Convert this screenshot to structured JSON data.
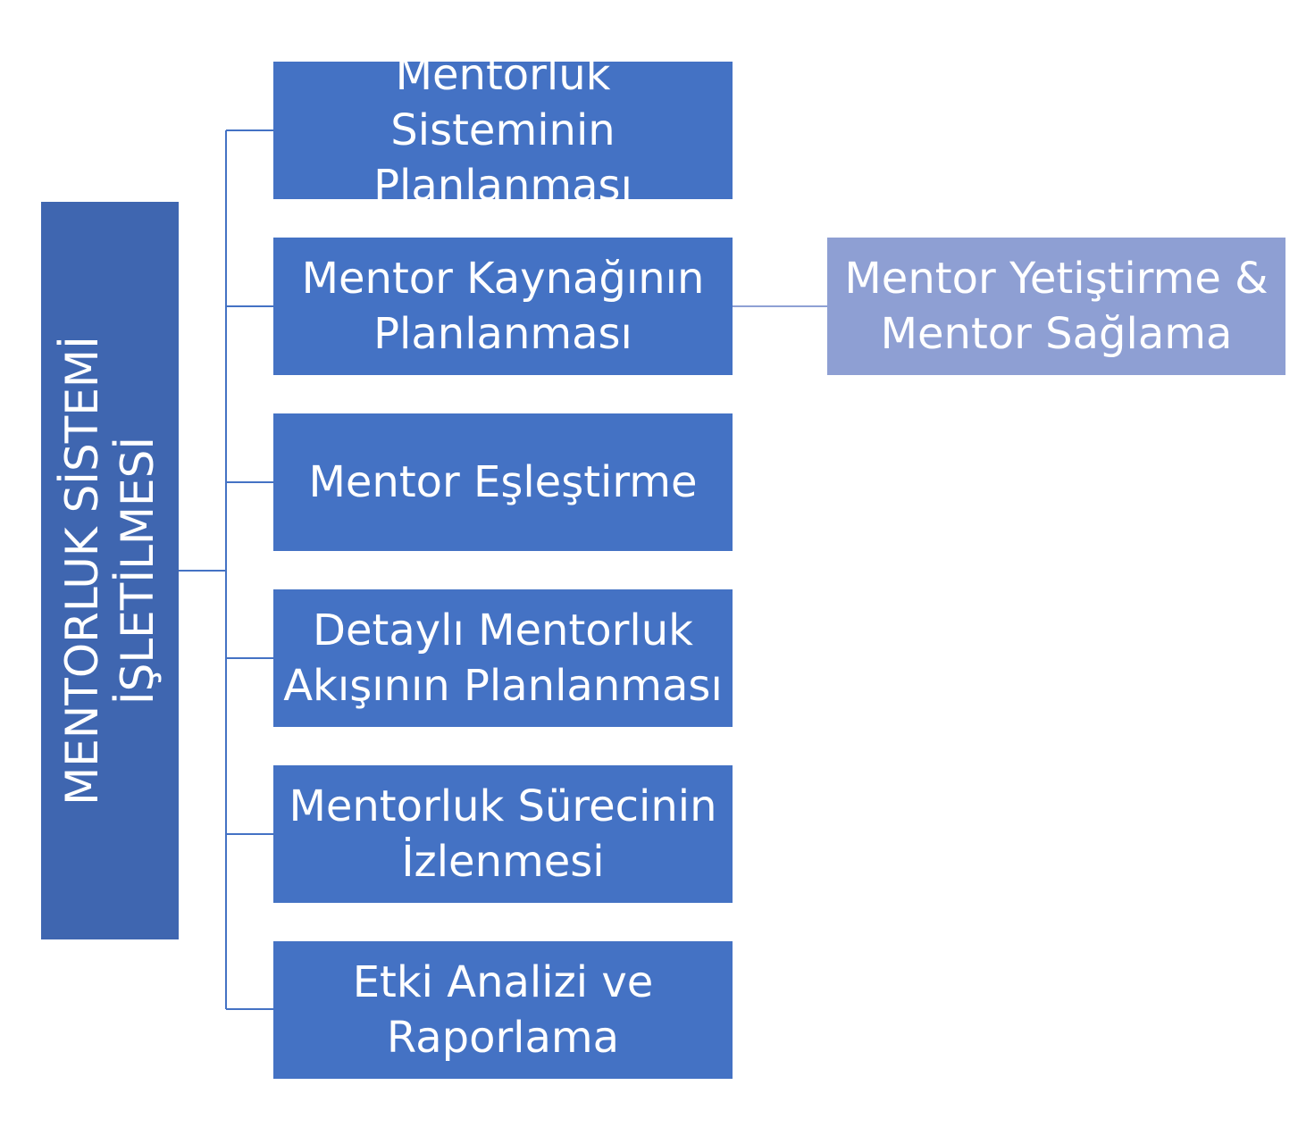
{
  "diagram": {
    "root": {
      "label": "MENTORLUK SİSTEMİ\nİŞLETİLMESİ"
    },
    "children": [
      {
        "label": "Mentorluk Sisteminin\nPlanlanması"
      },
      {
        "label": "Mentor Kaynağının\nPlanlanması"
      },
      {
        "label": "Mentor Eşleştirme"
      },
      {
        "label": "Detaylı Mentorluk\nAkışının Planlanması"
      },
      {
        "label": "Mentorluk Sürecinin\nİzlenmesi"
      },
      {
        "label": "Etki Analizi ve\nRaporlama"
      }
    ],
    "sub_node": {
      "parent_index": 1,
      "label": "Mentor Yetiştirme &\nMentor Sağlama"
    },
    "colors": {
      "root_fill": "#3f66b0",
      "child_fill": "#4472c4",
      "sub_fill": "#8e9fd3",
      "connector": "#4472c4",
      "text": "#ffffff"
    }
  }
}
